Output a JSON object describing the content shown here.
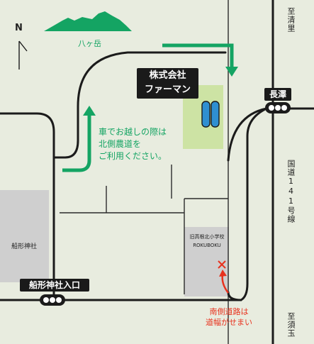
{
  "compass": {
    "north": "N"
  },
  "mountain": {
    "label": "八ヶ岳"
  },
  "farm": {
    "name_line1": "株式会社",
    "name_line2": "ファーマン"
  },
  "signals": {
    "nagasawa": "長澤",
    "funagata_entrance": "船形神社入口"
  },
  "shrine": {
    "label": "船形神社"
  },
  "school": {
    "line1": "旧高根北小学校",
    "line2": "ROKUBOKU"
  },
  "route_note": {
    "line1": "車でお越しの際は",
    "line2": "北側農道を",
    "line3": "ご利用ください。"
  },
  "warning": {
    "line1": "南側道路は",
    "line2": "道幅がせまい"
  },
  "directions": {
    "north_road": "至清里",
    "south_road": "至須玉",
    "national_route": "国道141号線"
  },
  "colors": {
    "route_green": "#14a463",
    "warning_red": "#e8321e",
    "building_blue": "#2f8fd1",
    "farm_field": "#cde3a4",
    "area_gray": "#cfcfcf"
  }
}
